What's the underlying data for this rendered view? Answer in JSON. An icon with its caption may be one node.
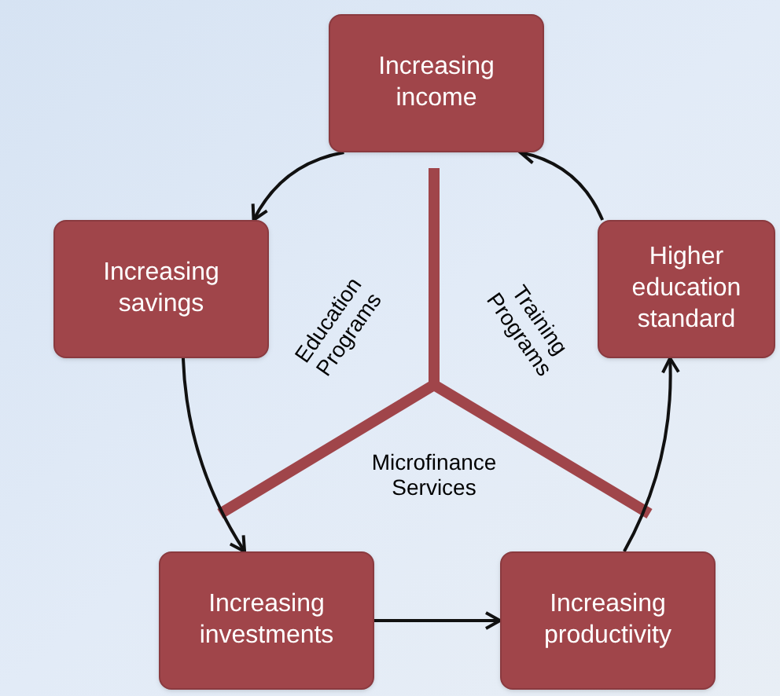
{
  "diagram": {
    "nodes": [
      {
        "text": [
          "Increasing income"
        ]
      },
      {
        "text": [
          "Increasing savings"
        ]
      },
      {
        "text": [
          "Higher education standard"
        ]
      },
      {
        "text": [
          "Increasing investments"
        ]
      },
      {
        "text": [
          "Increasing productivity"
        ]
      }
    ],
    "edges": [
      {
        "from": 0,
        "to": 1,
        "arrow": "to"
      },
      {
        "from": 1,
        "to": 3,
        "arrow": "to"
      },
      {
        "from": 3,
        "to": 4,
        "arrow": "to"
      },
      {
        "from": 4,
        "to": 2,
        "arrow": "to"
      },
      {
        "from": 2,
        "to": 0,
        "arrow": "to"
      }
    ],
    "labels": [
      "Education Programs",
      "Training Programs",
      "Microfinance Services"
    ]
  }
}
